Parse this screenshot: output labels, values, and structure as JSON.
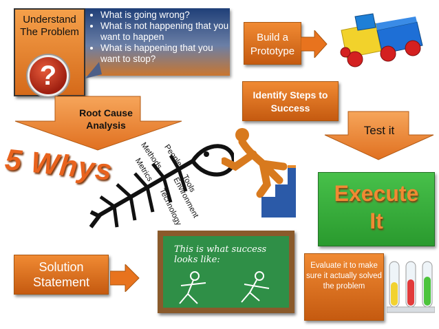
{
  "understand": {
    "title": "Understand The Problem",
    "icon": "question-mark-icon",
    "glyph": "?"
  },
  "callout": {
    "items": [
      "What is going wrong?",
      "What is not happening that you want to happen",
      "What is happening that you want to stop?"
    ]
  },
  "build": {
    "label": "Build a Prototype"
  },
  "identify": {
    "label": "Identify Steps to Success"
  },
  "root_cause": {
    "label": "Root Cause Analysis"
  },
  "test_it": {
    "label": "Test it"
  },
  "five_whys": {
    "label": "5 Whys"
  },
  "fishbone": {
    "labels": [
      "Methods",
      "People",
      "Tools",
      "Metrics",
      "Environment",
      "Technology"
    ]
  },
  "execute": {
    "line1": "Execute",
    "line2": "It"
  },
  "success": {
    "text": "This is what success looks like:"
  },
  "solution": {
    "label": "Solution Statement"
  },
  "evaluate": {
    "label": "Evaluate it to make sure it actually solved the problem"
  },
  "colors": {
    "orange": "#e8731e",
    "green": "#3aae3e",
    "navy": "#1f3f78",
    "chalkboard": "#2f8f47"
  }
}
